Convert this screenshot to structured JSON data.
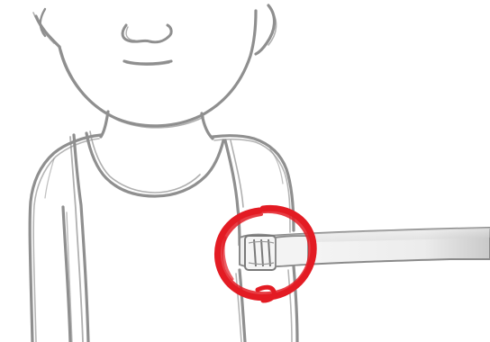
{
  "illustration": {
    "subject": "child-upper-body-sketch",
    "device": "arm-strap-buckle",
    "highlight": "red-circle"
  },
  "colors": {
    "sketch": "#8f8f8f",
    "sketch_dark": "#6e6e6e",
    "strap_fill": "#f2f2f2",
    "strap_shade": "#d8d8d8",
    "strap_edge": "#8a8a8a",
    "highlight": "#e31b23",
    "background": "#ffffff"
  }
}
